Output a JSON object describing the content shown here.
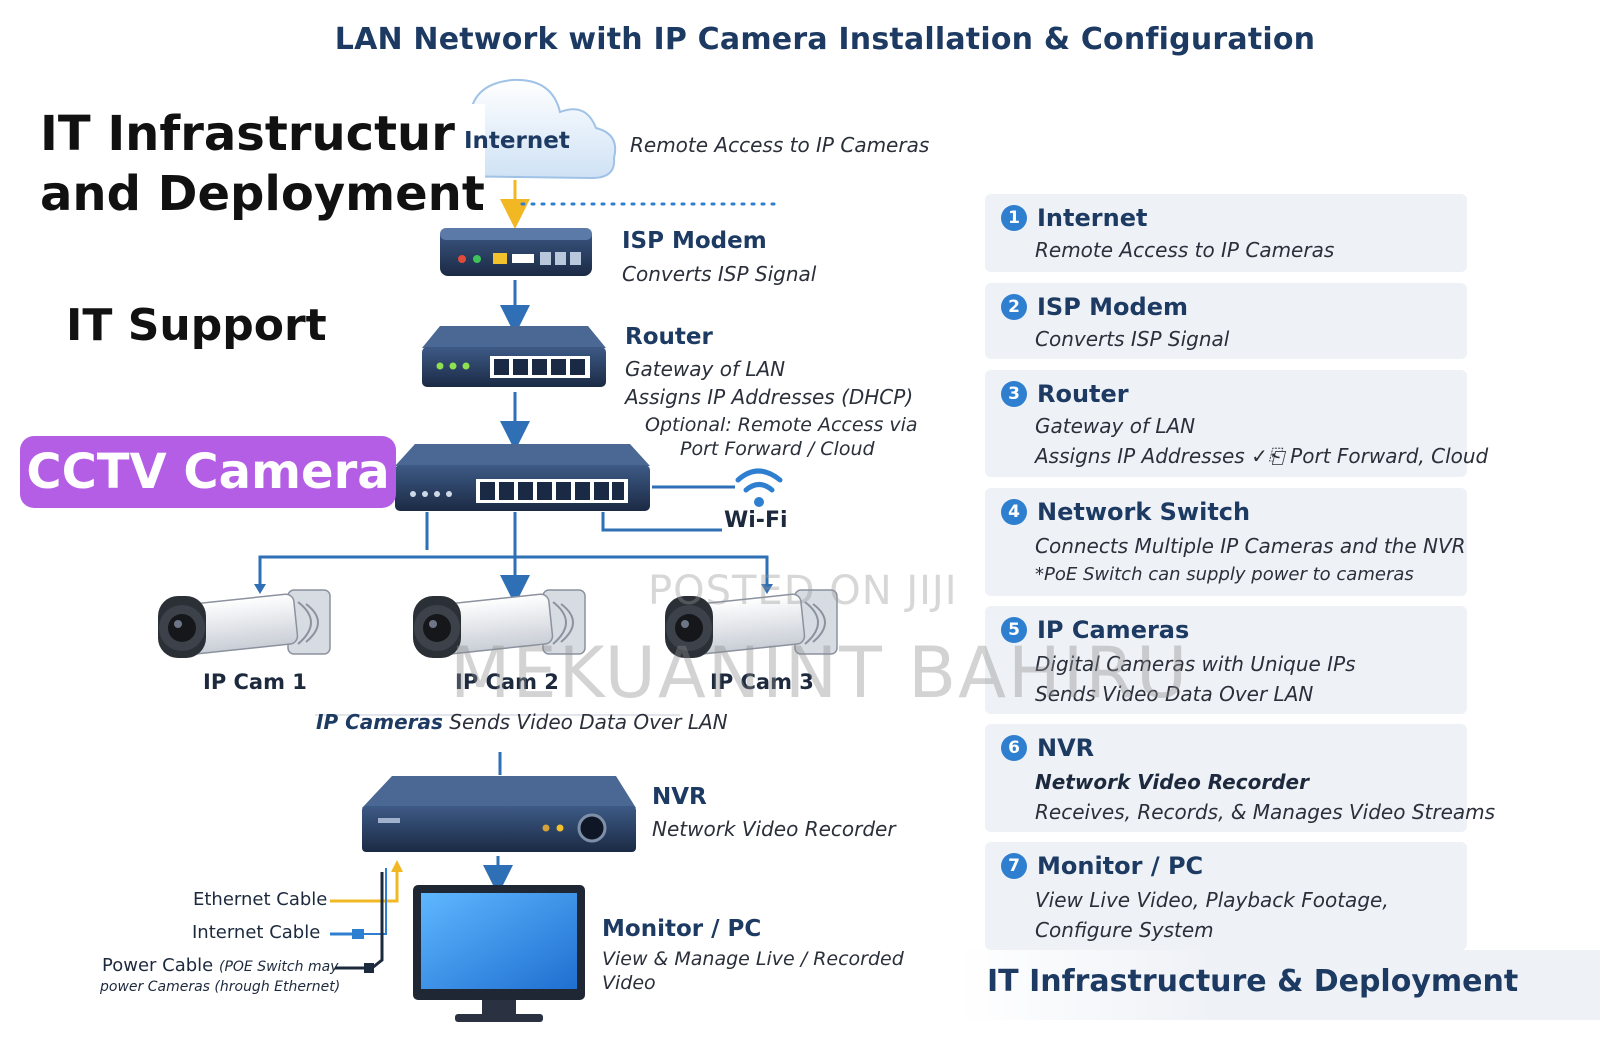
{
  "title": "LAN Network with IP Camera Installation & Configuration",
  "left": {
    "heading_line1": "IT Infrastructur",
    "heading_line2": "and Deployment",
    "support": "IT Support",
    "badge": "CCTV Camera"
  },
  "diagram": {
    "internet_cloud": "Internet",
    "internet_desc": "Remote Access to IP Cameras",
    "modem_title": "ISP Modem",
    "modem_desc": "Converts ISP Signal",
    "router_title": "Router",
    "router_desc1": "Gateway of LAN",
    "router_desc2": "Assigns IP Addresses  (DHCP)",
    "router_opt1": "Optional: Remote Access via",
    "router_opt2": "Port Forward / Cloud",
    "wifi": "Wi-Fi",
    "cams": [
      "IP Cam 1",
      "IP Cam 2",
      "IP Cam 3"
    ],
    "cams_caption_bold": "IP Cameras",
    "cams_caption_rest": " Sends Video Data Over LAN",
    "nvr_title": "NVR",
    "nvr_desc": "Network Video Recorder",
    "monitor_title": "Monitor / PC",
    "monitor_desc1": "View & Manage Live / Recorded",
    "monitor_desc2": "Video",
    "legend_ethernet": "Ethernet Cable",
    "legend_internet": "Internet Cable",
    "legend_power": "Power Cable",
    "legend_power_note": "(POE Switch may",
    "legend_power_note2": "power Cameras (hrough Ethernet)"
  },
  "panels": [
    {
      "num": "1",
      "title": "Internet",
      "lines": [
        "Remote Access to IP Cameras"
      ]
    },
    {
      "num": "2",
      "title": "ISP Modem",
      "lines": [
        "Converts ISP Signal"
      ]
    },
    {
      "num": "3",
      "title": "Router",
      "lines": [
        "Gateway of LAN",
        "Assigns IP Addresses ✓⎗ Port Forward, Cloud"
      ]
    },
    {
      "num": "4",
      "title": "Network Switch",
      "lines": [
        "Connects Multiple IP Cameras and the NVR",
        "*PoE Switch can supply power to cameras"
      ]
    },
    {
      "num": "5",
      "title": "IP Cameras",
      "lines": [
        "Digital Cameras with Unique IPs",
        "Sends Video Data Over LAN"
      ]
    },
    {
      "num": "6",
      "title": "NVR",
      "lines": [
        "Network Video Recorder",
        "Receives, Records, & Manages Video Streams"
      ]
    },
    {
      "num": "7",
      "title": "Monitor / PC",
      "lines": [
        "View Live Video, Playback Footage,",
        "Configure System"
      ]
    }
  ],
  "footer": "IT Infrastructure & Deployment",
  "watermark": {
    "line1": "POSTED ON JIJI",
    "line2": "MEKUANINT BAHIRU"
  },
  "colors": {
    "navy": "#1d3a63",
    "arrow": "#2f6fb5",
    "badge": "#b45ee6",
    "ethernet": "#f2b824",
    "internet_cable": "#2f7fd1",
    "power": "#1d2a3e"
  }
}
